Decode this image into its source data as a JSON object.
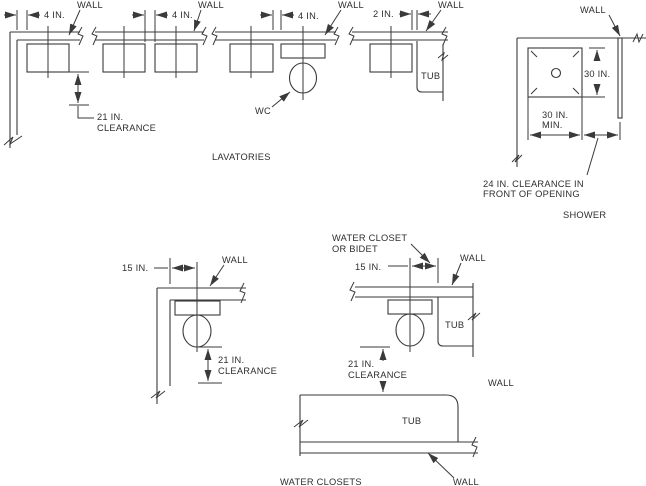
{
  "figure": {
    "background": "#ffffff",
    "line_color": "#3a3a3a",
    "text_color": "#2e2e2e"
  },
  "lavatories": {
    "caption": "LAVATORIES",
    "corner_unit": {
      "dim": "4 IN.",
      "wall": "WALL"
    },
    "pair_unit": {
      "dim": "4 IN.",
      "wall": "WALL"
    },
    "wc_unit": {
      "dim": "4 IN.",
      "wall": "WALL",
      "wc_label": "WC"
    },
    "tub_unit": {
      "dim": "2 IN.",
      "wall": "WALL",
      "tub_label": "TUB"
    },
    "clearance": {
      "line1": "21 IN.",
      "line2": "CLEARANCE"
    }
  },
  "shower": {
    "caption": "SHOWER",
    "wall": "WALL",
    "depth_dim": "30 IN.",
    "width_dim": {
      "line1": "30 IN.",
      "line2": "MIN."
    },
    "front_clearance": {
      "line1": "24 IN. CLEARANCE IN",
      "line2": "FRONT OF OPENING"
    }
  },
  "water_closets": {
    "caption": "WATER CLOSETS",
    "side_wall_unit": {
      "dim": "15 IN.",
      "wall": "WALL",
      "clearance": {
        "line1": "21 IN.",
        "line2": "CLEARANCE"
      }
    },
    "tub_unit": {
      "fixture": {
        "line1": "WATER CLOSET",
        "line2": "OR BIDET"
      },
      "dim": "15 IN.",
      "wall_top": "WALL",
      "tub_upper": "TUB",
      "clearance": {
        "line1": "21 IN.",
        "line2": "CLEARANCE"
      },
      "wall_right": "WALL",
      "tub_lower": "TUB",
      "wall_bottom": "WALL"
    }
  }
}
